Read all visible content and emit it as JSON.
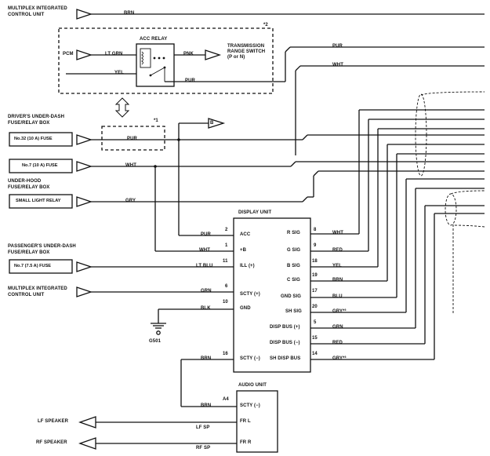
{
  "sources": {
    "multiplex_top": [
      "MULTIPLEX INTEGRATED",
      "CONTROL UNIT"
    ],
    "drivers_fuse": [
      "DRIVER'S UNDER-DASH",
      "FUSE/RELAY BOX"
    ],
    "under_hood": [
      "UNDER-HOOD",
      "FUSE/RELAY BOX"
    ],
    "passengers_fuse": [
      "PASSENGER'S UNDER-DASH",
      "FUSE/RELAY BOX"
    ],
    "multiplex_bottom": [
      "MULTIPLEX INTEGRATED",
      "CONTROL UNIT"
    ]
  },
  "boxes": {
    "fuse32": "No.32 (10 A) FUSE",
    "fuse7": "No.7 (10 A) FUSE",
    "small_light": "SMALL LIGHT RELAY",
    "fuse7_pass": "No.7 (7.5 A) FUSE"
  },
  "relay": {
    "title": "ACC RELAY",
    "note": "*2",
    "pcm": "PCM",
    "lt_grn": "LT GRN",
    "pnk": "PNK",
    "yel": "YEL",
    "pur": "PUR",
    "trs": [
      "TRANSMISSION",
      "RANGE SWITCH",
      "(P or N)"
    ]
  },
  "wires_top": {
    "brn": "BRN",
    "pur": "PUR",
    "wht": "WHT"
  },
  "fuse_wires": {
    "pur": "PUR",
    "note1": "*1",
    "wht": "WHT",
    "gry": "GRY",
    "connector_b": "B"
  },
  "display_unit": {
    "title": "DISPLAY UNIT",
    "left": [
      {
        "wire": "PUR",
        "pin": "2",
        "name": "ACC"
      },
      {
        "wire": "WHT",
        "pin": "1",
        "name": "+B"
      },
      {
        "wire": "LT BLU",
        "pin": "11",
        "name": "ILL (+)"
      },
      {
        "wire": "GRN",
        "pin": "6",
        "name": "SCTY (+)"
      },
      {
        "wire": "BLK",
        "pin": "10",
        "name": "GND"
      },
      {
        "wire": "BRN",
        "pin": "16",
        "name": "SCTY (−)"
      }
    ],
    "right": [
      {
        "name": "R SIG",
        "pin": "8",
        "wire": "WHT"
      },
      {
        "name": "G SIG",
        "pin": "9",
        "wire": "RED"
      },
      {
        "name": "B SIG",
        "pin": "18",
        "wire": "YEL"
      },
      {
        "name": "C SIG",
        "pin": "19",
        "wire": "BRN"
      },
      {
        "name": "GND SIG",
        "pin": "17",
        "wire": "BLU"
      },
      {
        "name": "SH SIG",
        "pin": "20",
        "wire": "GRY*³"
      },
      {
        "name": "DISP BUS (+)",
        "pin": "5",
        "wire": "GRN"
      },
      {
        "name": "DISP BUS (−)",
        "pin": "15",
        "wire": "RED"
      },
      {
        "name": "SH DISP BUS",
        "pin": "14",
        "wire": "GRY*³"
      }
    ]
  },
  "ground": {
    "id": "G501"
  },
  "audio_unit": {
    "title": "AUDIO UNIT",
    "pin": "A4",
    "wire": "BRN",
    "pins": [
      "SCTY (−)",
      "FR L",
      "FR R"
    ],
    "lf_label": "LF SP",
    "rf_label": "RF SP"
  },
  "speakers": {
    "lf": "LF SPEAKER",
    "rf": "RF SPEAKER"
  }
}
